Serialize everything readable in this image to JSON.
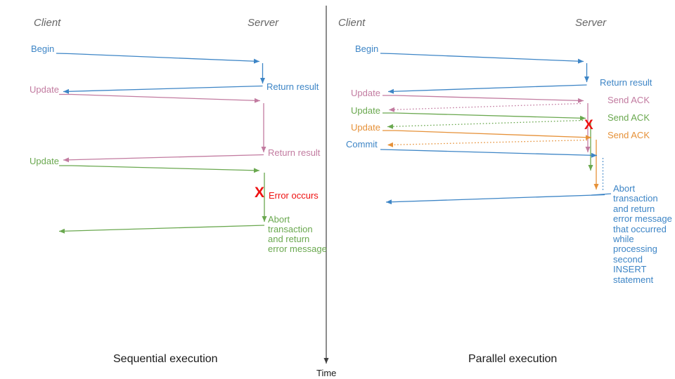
{
  "colors": {
    "blue": "#3d85c6",
    "pink": "#c27ba0",
    "green": "#6aa84f",
    "orange": "#e69138",
    "red": "#ee1111",
    "header_gray": "#666666",
    "axis": "#3f3f3f",
    "caption": "#1a1a1a"
  },
  "time_axis": {
    "label": "Time"
  },
  "sequential": {
    "caption": "Sequential execution",
    "client_header": "Client",
    "server_header": "Server",
    "begin_label": "Begin",
    "return_result_1": "Return result",
    "update_1": "Update",
    "return_result_2": "Return result",
    "update_2": "Update",
    "error_mark": "X",
    "error_label": "Error occurs",
    "abort_label": "Abort\ntransaction\nand return\nerror message"
  },
  "parallel": {
    "caption": "Parallel execution",
    "client_header": "Client",
    "server_header": "Server",
    "begin_label": "Begin",
    "return_result": "Return result",
    "update_1": "Update",
    "update_2": "Update",
    "update_3": "Update",
    "commit_label": "Commit",
    "send_ack_1": "Send ACK",
    "send_ack_2": "Send ACK",
    "send_ack_3": "Send ACK",
    "error_mark": "X",
    "abort_label": "Abort\ntransaction\nand return\nerror message\nthat occurred\nwhile\nprocessing\nsecond\nINSERT\nstatement"
  }
}
